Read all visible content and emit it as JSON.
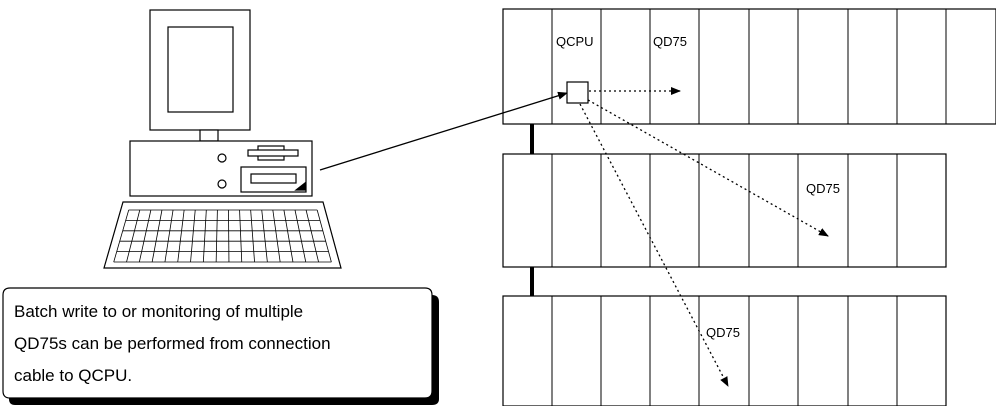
{
  "labels": {
    "cpu": "QCPU",
    "module_base1": "QD75",
    "module_base2": "QD75",
    "module_base3": "QD75"
  },
  "callout": {
    "lines": [
      "Batch write to or monitoring of multiple",
      "QD75s can be performed from connection",
      "cable to QCPU."
    ]
  },
  "colors": {
    "line": "#000000",
    "background": "#ffffff"
  },
  "icons": {
    "pc": "personal-computer-icon",
    "keyboard": "keyboard-icon",
    "connector": "connector-port-icon"
  }
}
